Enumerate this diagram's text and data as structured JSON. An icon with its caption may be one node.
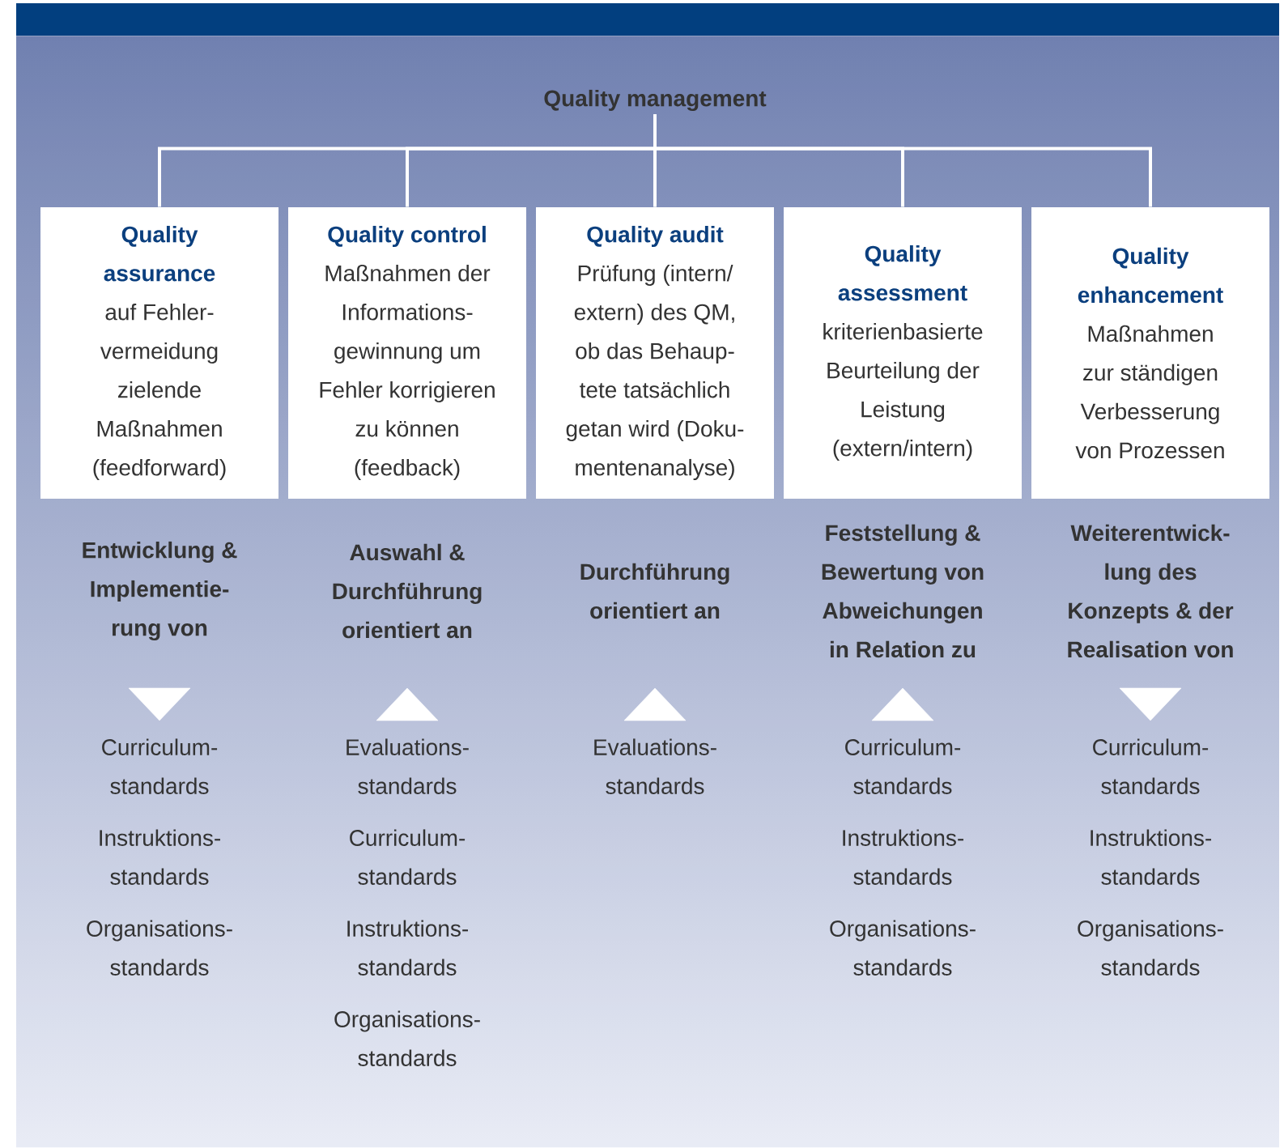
{
  "diagram": {
    "nodes": [
      {
        "text": [
          "Quality management"
        ]
      },
      {
        "text": [
          "Quality assurance",
          "auf Fehler- vermeidung zielende Maßnahmen (feedforward)"
        ]
      },
      {
        "text": [
          "Quality control",
          "Maßnahmen der Informations- gewinnung um Fehler korrigieren zu können (feedback)"
        ]
      },
      {
        "text": [
          "Quality audit",
          "Prüfung (intern/ extern) des QM, ob das Behaup- tete tatsächlich getan wird (Doku- mentenanalyse)"
        ]
      },
      {
        "text": [
          "Quality assessment",
          "kriterienbasierte Beurteilung der Leistung (extern/intern)"
        ]
      },
      {
        "text": [
          "Quality enhancement",
          "Maßnahmen zur ständigen Verbesserung von Prozessen"
        ]
      },
      {
        "text": [
          "Entwicklung & Implementie- rung von"
        ]
      },
      {
        "text": [
          "Auswahl & Durchführung orientiert an"
        ]
      },
      {
        "text": [
          "Durchführung orientiert an"
        ]
      },
      {
        "text": [
          "Feststellung & Bewertung von Abweichungen in Relation zu"
        ]
      },
      {
        "text": [
          "Weiterentwick- lung des Konzepts & der Realisation von"
        ]
      },
      {
        "text": [
          "Curriculum- standards",
          "Instruktions- standards",
          "Organisations- standards"
        ]
      },
      {
        "text": [
          "Evaluations- standards",
          "Curriculum- standards",
          "Instruktions- standards",
          "Organisations- standards"
        ]
      },
      {
        "text": [
          "Evaluations- standards"
        ]
      },
      {
        "text": [
          "Curriculum- standards",
          "Instruktions- standards",
          "Organisations- standards"
        ]
      },
      {
        "text": [
          "Curriculum- standards",
          "Instruktions- standards",
          "Organisations- standards"
        ]
      }
    ],
    "edges": [
      {
        "from": 0,
        "to": 1,
        "arrow": "none"
      },
      {
        "from": 0,
        "to": 2,
        "arrow": "none"
      },
      {
        "from": 0,
        "to": 3,
        "arrow": "none"
      },
      {
        "from": 0,
        "to": 4,
        "arrow": "none"
      },
      {
        "from": 0,
        "to": 5,
        "arrow": "none"
      },
      {
        "from": 6,
        "to": 11,
        "arrow": "to"
      },
      {
        "from": 12,
        "to": 7,
        "arrow": "to"
      },
      {
        "from": 13,
        "to": 8,
        "arrow": "to"
      },
      {
        "from": 14,
        "to": 9,
        "arrow": "to"
      },
      {
        "from": 10,
        "to": 15,
        "arrow": "to"
      }
    ]
  }
}
